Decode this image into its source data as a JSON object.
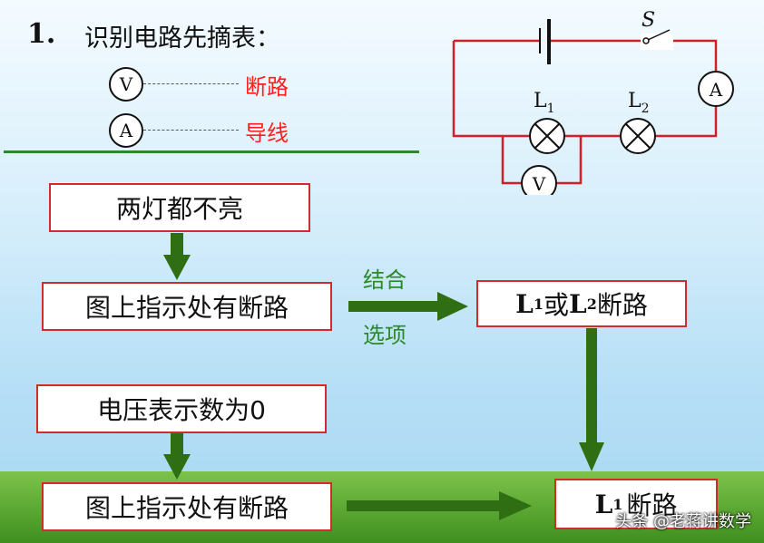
{
  "heading": {
    "number": "1.",
    "text": "识别电路先摘表："
  },
  "legend": [
    {
      "symbol": "V",
      "meaning": "断路"
    },
    {
      "symbol": "A",
      "meaning": "导线"
    }
  ],
  "circuit": {
    "switch_label": "S",
    "lamp1_label": "L",
    "lamp1_sub": "1",
    "lamp2_label": "L",
    "lamp2_sub": "2",
    "ammeter": "A",
    "voltmeter": "V"
  },
  "flow": {
    "box1": "两灯都不亮",
    "box2": "图上指示处有断路",
    "box3": "电压表示数为0",
    "box4": "图上指示处有断路",
    "result1": {
      "l1": "L",
      "s1": "1",
      "mid": "或",
      "l2": "L",
      "s2": "2",
      "end": "断路"
    },
    "result2": {
      "l": "L",
      "s": "1",
      "end": "断路"
    },
    "arrow_label_top": "结合",
    "arrow_label_bottom": "选项"
  },
  "watermark": "头条 @老蒋讲数学",
  "colors": {
    "circuit_wire": "#d21f2a",
    "box_border": "#d32b2b",
    "arrow": "#2f6e12",
    "divider": "#2a8a2a",
    "legend_red": "#ff1e1e"
  }
}
